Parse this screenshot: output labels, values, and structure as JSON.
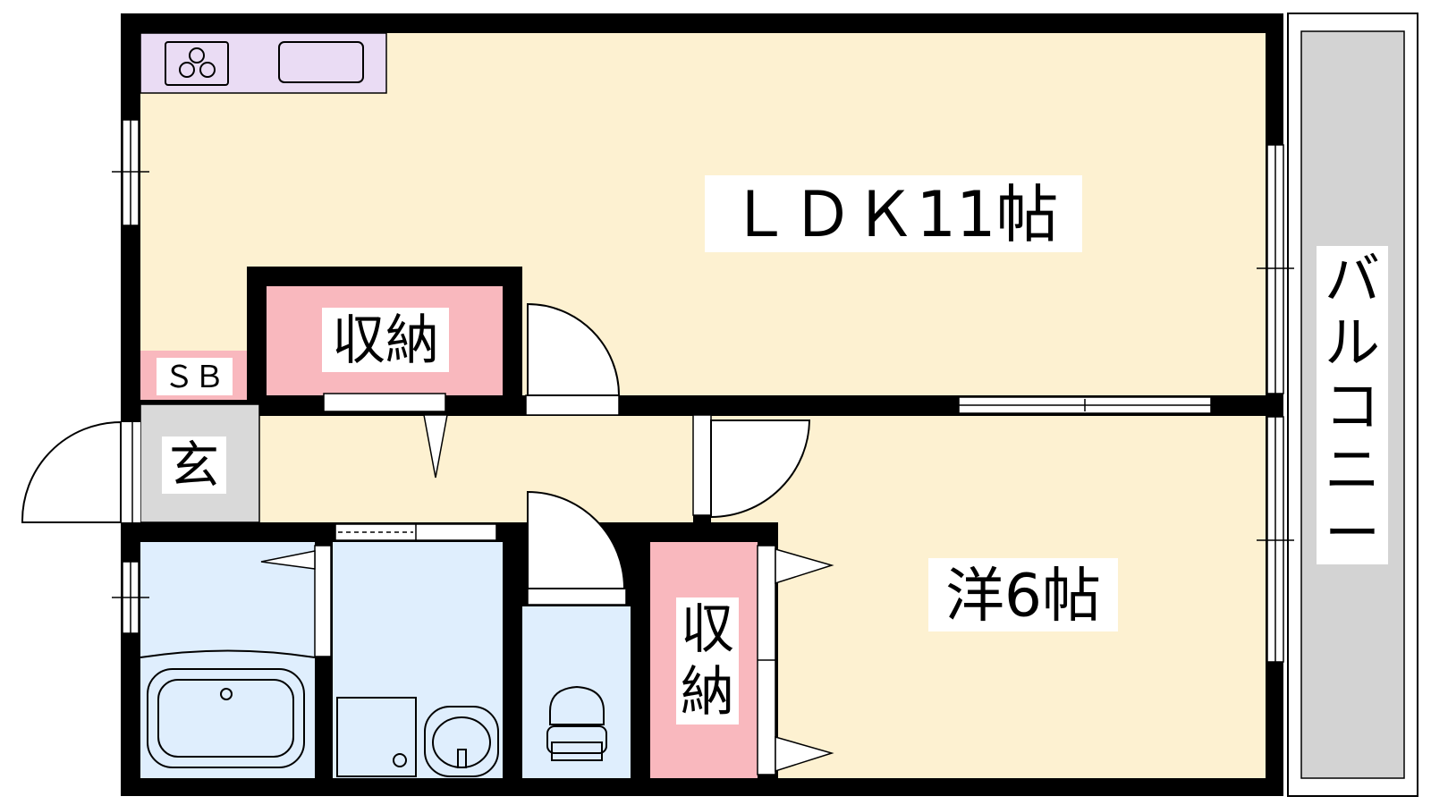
{
  "colors": {
    "wall": "#000000",
    "ldk_floor": "#fdf1d1",
    "storage": "#f9b8be",
    "wet_area": "#dfeefd",
    "kitchen_counter": "#eadcf4",
    "entrance": "#d9d9d9",
    "balcony": "#d3d3d3",
    "label_background": "#ffffff"
  },
  "rooms": {
    "ldk": {
      "label": "ＬＤＫ11帖"
    },
    "western_room": {
      "label": "洋6帖"
    },
    "storage_ldk": {
      "label": "収納"
    },
    "storage_bedroom": {
      "label_top": "収",
      "label_bottom": "納"
    },
    "shoe_box": {
      "label": "ＳＢ"
    },
    "entrance": {
      "label": "玄"
    },
    "balcony": {
      "label_chars": [
        "バ",
        "ル",
        "コ",
        "ニ",
        "ー"
      ]
    }
  },
  "icons": {
    "stove": "stove-icon",
    "sink": "kitchen-sink-icon",
    "bathtub": "bathtub-icon",
    "washbasin": "washbasin-icon",
    "washing_machine": "washing-machine-icon",
    "toilet": "toilet-icon"
  }
}
